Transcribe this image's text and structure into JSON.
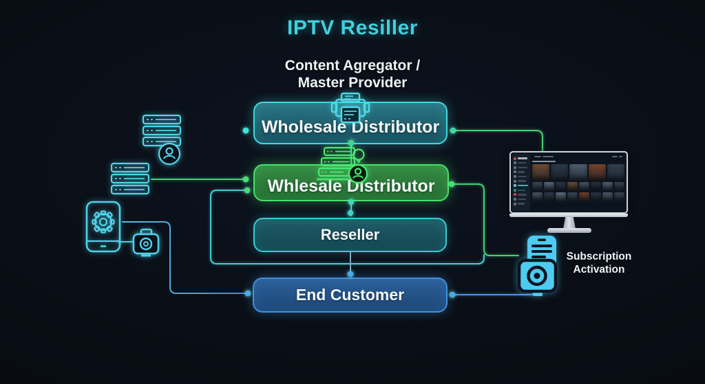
{
  "title": "IPTV Resiller",
  "subtitle": {
    "line1": "Content Agregator /",
    "line2": "Master Provider"
  },
  "nodes": {
    "wholesale_distributor_1": {
      "label": "Wholesale Distributor"
    },
    "wholesale_distributor_2": {
      "label": "Whlesale Distributor"
    },
    "reseller": {
      "label": "Reseller"
    },
    "end_customer": {
      "label": "End Customer"
    }
  },
  "callout": {
    "line1": "Subscription",
    "line2": "Activation"
  },
  "icons": [
    "printer-icon",
    "server-stack-user-icon",
    "server-stack-icon",
    "phone-gear-icon",
    "camera-device-icon",
    "monitor-display",
    "subscription-device-icon"
  ],
  "colors": {
    "background": "#0a0f17",
    "title_accent": "#3fd0de",
    "cyan_accent": "#41d8dd",
    "green_accent": "#46e26a",
    "blue_accent": "#4090dd",
    "icon_cyan": "#4fd2ea",
    "text": "#f1f5f8"
  }
}
